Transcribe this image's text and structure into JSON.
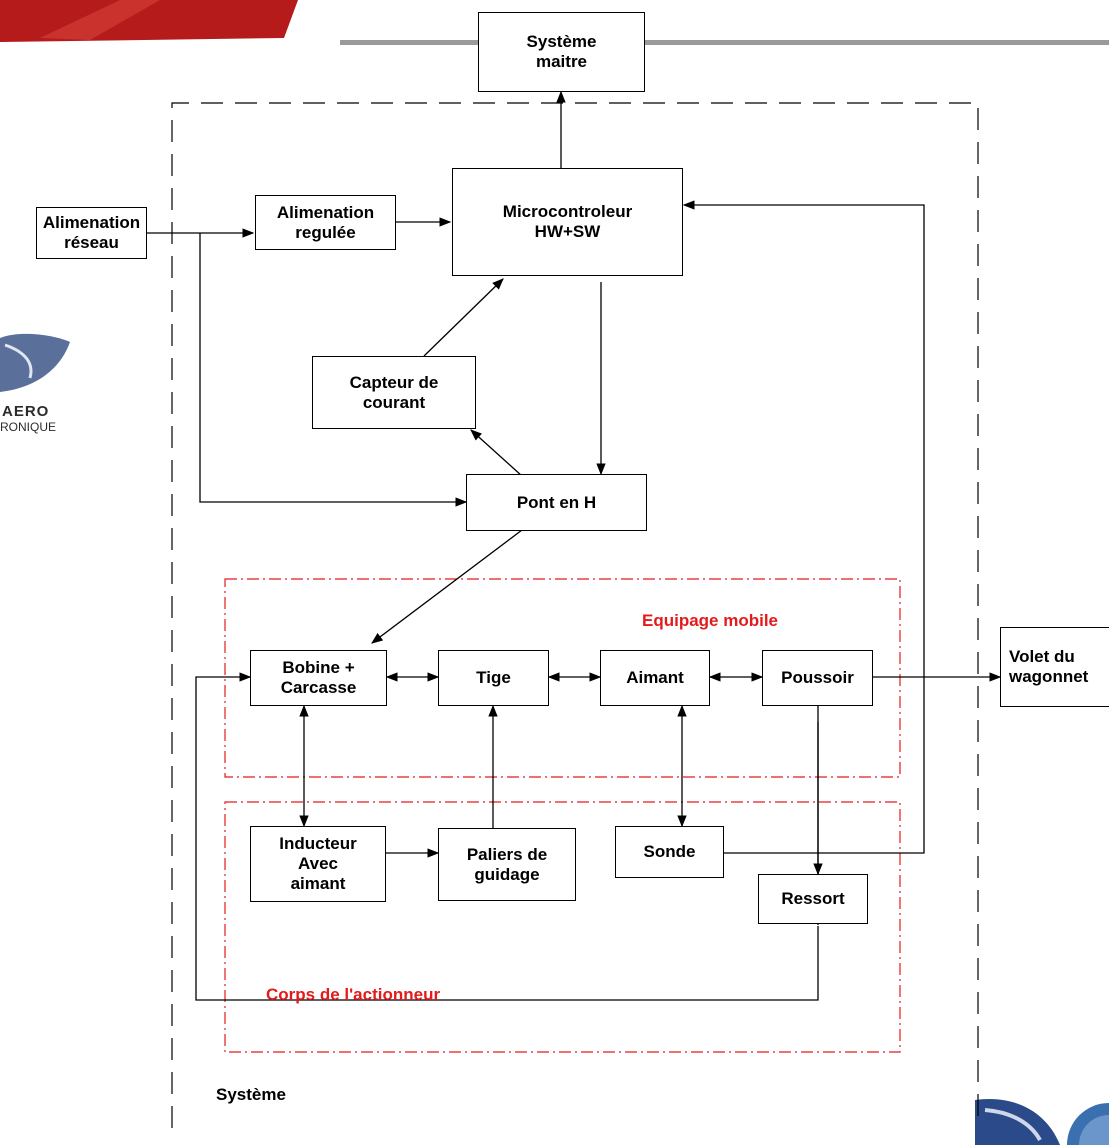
{
  "diagram": {
    "boxes": {
      "systeme_maitre": "Système\nmaitre",
      "alimentation_reseau": "Alimenation\nréseau",
      "alimentation_regulee": "Alimenation\nregulée",
      "microcontroleur": "Microcontroleur\nHW+SW",
      "capteur_courant": "Capteur de\ncourant",
      "pont_h": "Pont en H",
      "bobine": "Bobine +\nCarcasse",
      "tige": "Tige",
      "aimant": "Aimant",
      "poussoir": "Poussoir",
      "volet": "Volet du\nwagonnet",
      "inducteur": "Inducteur\nAvec\naimant",
      "paliers": "Paliers de\nguidage",
      "sonde": "Sonde",
      "ressort": "Ressort"
    },
    "regions": {
      "equipage_mobile": "Equipage mobile",
      "corps_actionneur": "Corps de l'actionneur",
      "systeme": "Système"
    },
    "logo": {
      "line1": "AERO",
      "line2": "RONIQUE"
    }
  },
  "colors": {
    "accent_red": "#e41b1b",
    "banner_red": "#b51b1b",
    "header_grey": "#9a9a9a",
    "logo_blue": "#2b4a8a"
  }
}
